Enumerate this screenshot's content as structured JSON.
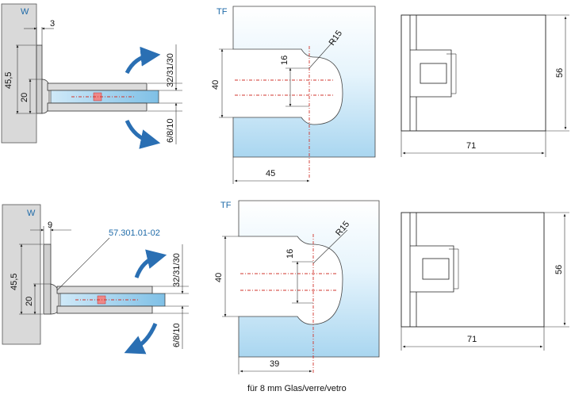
{
  "colors": {
    "accent": "#1e6aa8",
    "glass_top": "#ffffff",
    "glass_bottom": "#a9d6f0",
    "wall": "#d9d9d9",
    "red": "#d0342c",
    "arrow": "#2a6fb3"
  },
  "top": {
    "wall_label": "W",
    "dim_3": "3",
    "dim_45_5": "45,5",
    "dim_20": "20",
    "dim_32": "32/31/30",
    "dim_6": "6/8/10",
    "tf_label": "TF",
    "r15": "R15",
    "dim_16": "16",
    "dim_40": "40",
    "dim_45": "45",
    "dim_56": "56",
    "dim_71": "71"
  },
  "bottom": {
    "wall_label": "W",
    "dim_9": "9",
    "part_number": "57.301.01-02",
    "dim_45_5": "45,5",
    "dim_20": "20",
    "dim_32": "32/31/30",
    "dim_6": "6/8/10",
    "tf_label": "TF",
    "r15": "R15",
    "dim_16": "16",
    "dim_40": "40",
    "dim_39": "39",
    "dim_56": "56",
    "dim_71": "71"
  },
  "caption": "für 8 mm Glas/verre/vetro"
}
